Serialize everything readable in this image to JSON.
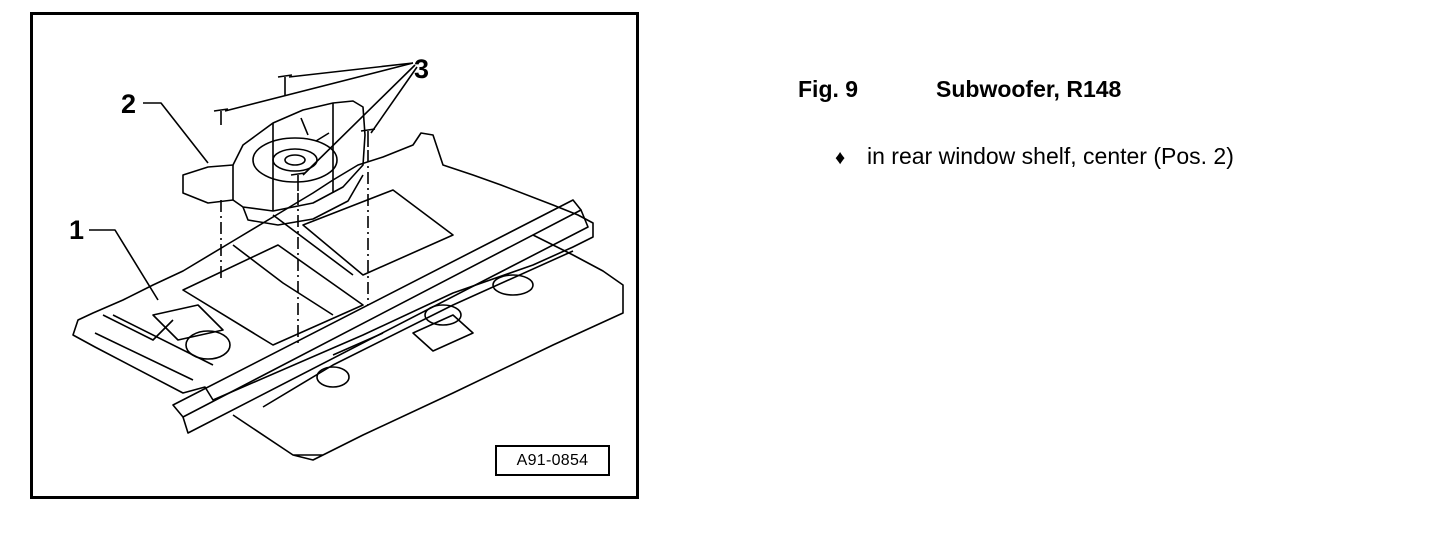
{
  "figure": {
    "id_label": "A91-0854",
    "callouts": [
      "1",
      "2",
      "3"
    ]
  },
  "caption": {
    "fig_number": "Fig. 9",
    "title": "Subwoofer, R148"
  },
  "bullets": [
    {
      "glyph": "♦",
      "text": "in rear window shelf, center (Pos. 2)"
    }
  ]
}
